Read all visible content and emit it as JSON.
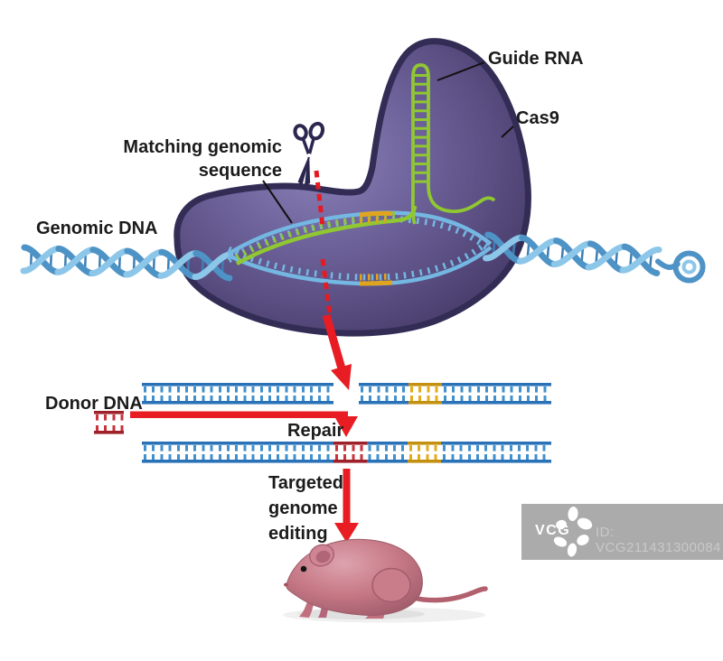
{
  "figure": {
    "type": "scientific-illustration",
    "subject": "CRISPR-Cas9 genome editing diagram"
  },
  "labels": {
    "genomic_dna": "Genomic DNA",
    "matching_genomic_line1": "Matching genomic",
    "matching_genomic_line2": "sequence",
    "guide_rna": "Guide RNA",
    "cas9": "Cas9",
    "donor_dna": "Donor DNA",
    "repair": "Repair",
    "targeted_line1": "Targeted",
    "targeted_line2": "genome",
    "targeted_line3": "editing"
  },
  "watermark": {
    "brand": "VCG",
    "id_text": "ID: VCG211431300084"
  },
  "icons": [
    "scissors-icon",
    "vcg-pinwheel-logo"
  ],
  "colors": {
    "background": "#ffffff",
    "label_text": "#1b1b1b",
    "arrow_red": "#e81c23",
    "dna_blue_rail": "#2a72b8",
    "dna_blue_tooth": "#4190cc",
    "guide_rna_green": "#90c831",
    "pam_yellow": "#e0a51e",
    "donor_red": "#c1272d",
    "cas9_protein_purple": "#675c92",
    "cas9_outline": "#332d56",
    "mouse_pink": "#c67885",
    "watermark_gray": "#ababab"
  }
}
